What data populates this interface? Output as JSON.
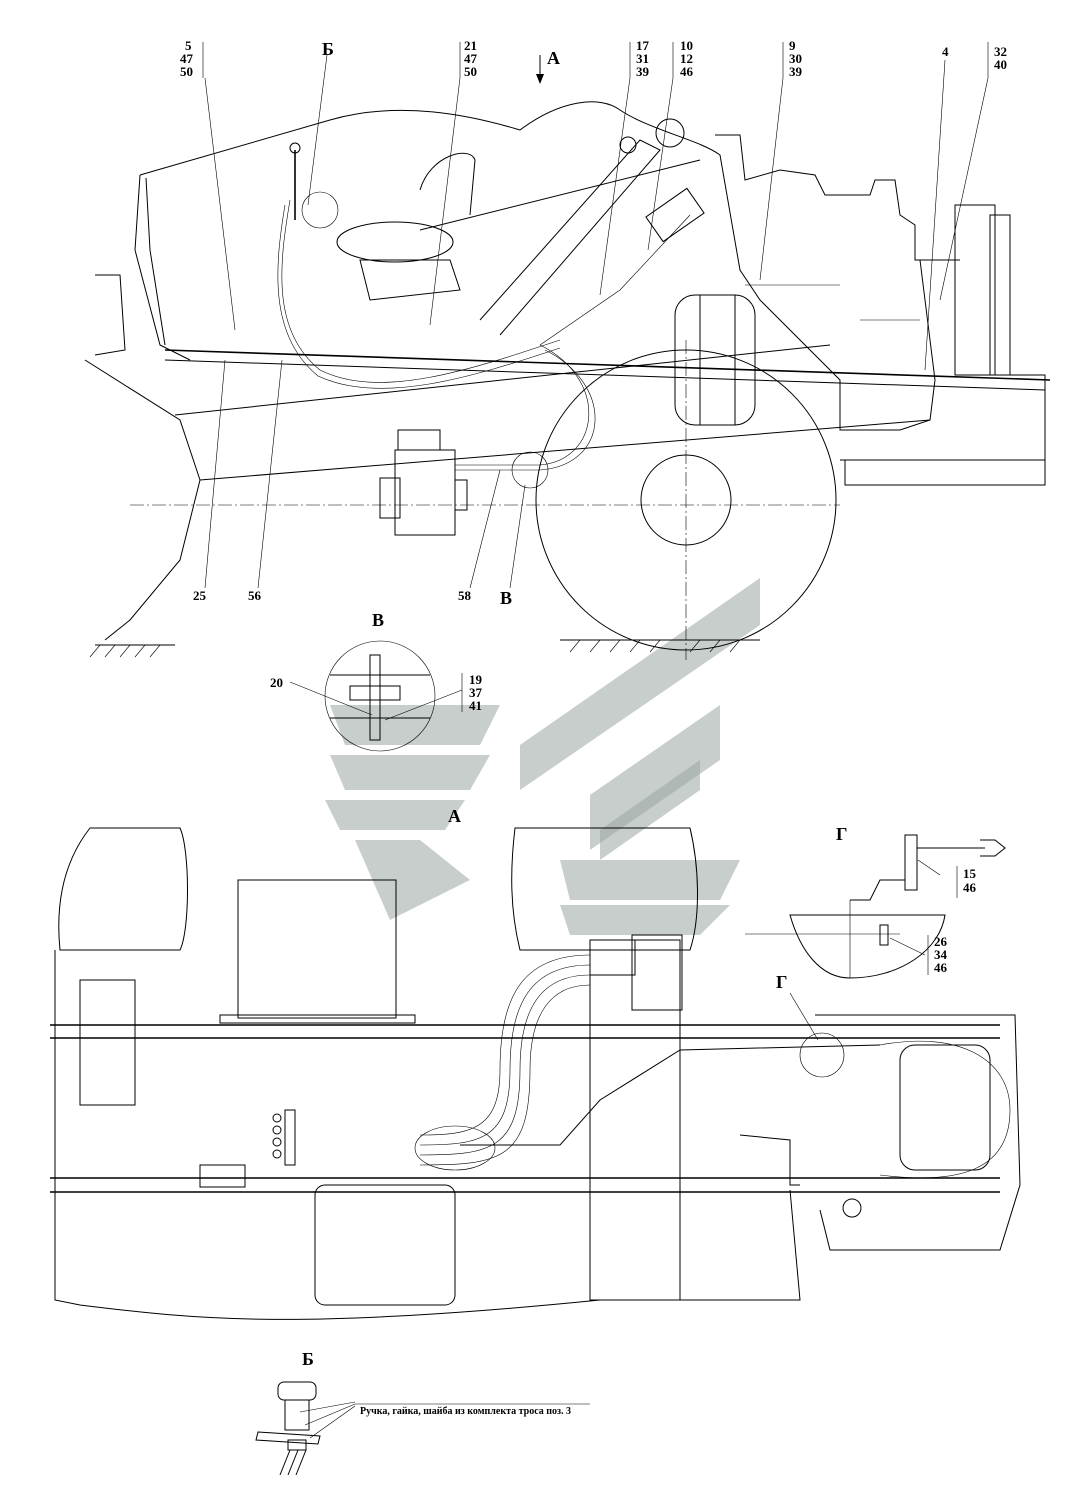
{
  "views": {
    "main_view_label": "А",
    "detail_b_marker": "Б",
    "detail_v_marker": "В",
    "detail_v_title": "В",
    "view_a_title": "А",
    "detail_g_marker": "Г",
    "detail_g_title": "Г",
    "detail_b_title": "Б"
  },
  "callouts": {
    "c1": [
      "5",
      "47",
      "50"
    ],
    "c2": [
      "21",
      "47",
      "50"
    ],
    "c3": [
      "17",
      "31",
      "39"
    ],
    "c4": [
      "10",
      "12",
      "46"
    ],
    "c5": [
      "9",
      "30",
      "39"
    ],
    "c6": "4",
    "c7": [
      "32",
      "40"
    ],
    "c25": "25",
    "c56": "56",
    "c58": "58",
    "c20": "20",
    "cv": [
      "19",
      "37",
      "41"
    ],
    "cg1": [
      "15",
      "46"
    ],
    "cg2": [
      "26",
      "34",
      "46"
    ]
  },
  "notes": {
    "detail_b_note": "Ручка, гайка, шайба из комплекта троса поз. 3"
  }
}
